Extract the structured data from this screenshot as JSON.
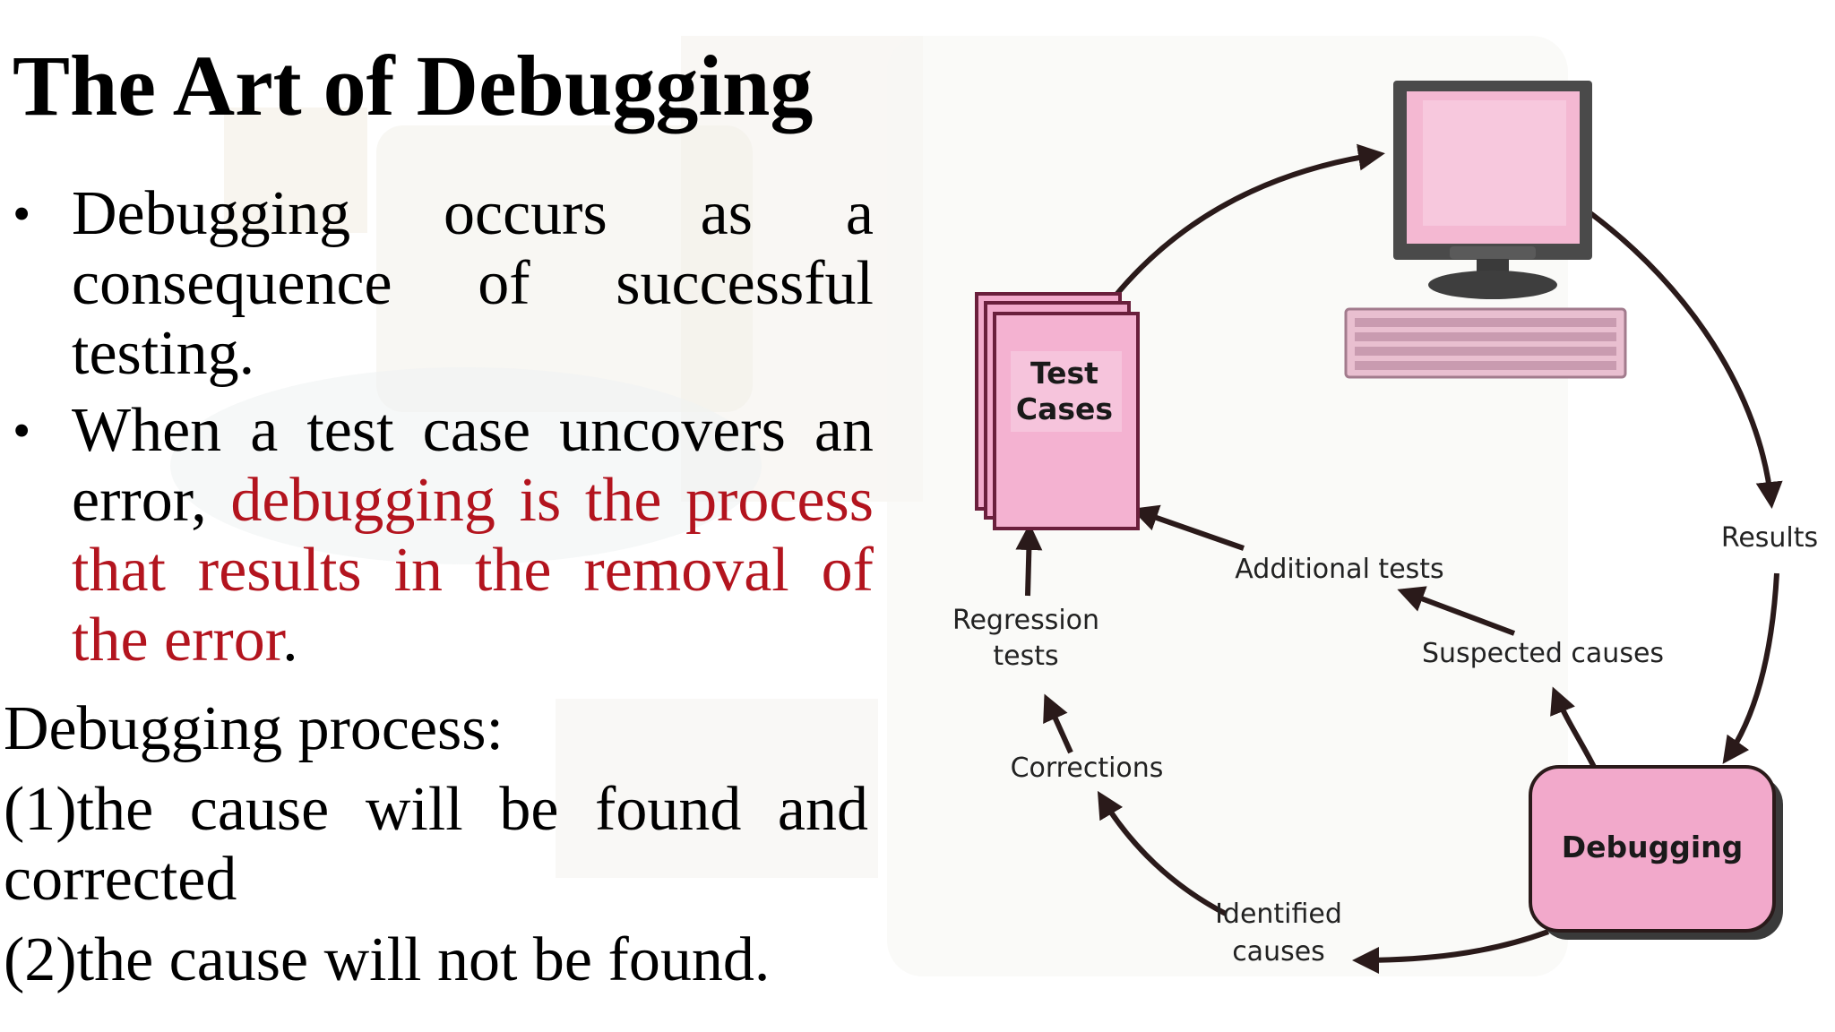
{
  "slide": {
    "title": "The Art of Debugging",
    "bullets": [
      {
        "text_plain": "Debugging occurs as a consequence of successful testing.",
        "text_highlight": ""
      },
      {
        "text_plain": "When a test case uncovers an error, ",
        "text_highlight": "debugging is the process that results in the removal of the error",
        "text_after": "."
      }
    ],
    "process_heading": "Debugging process:",
    "process_steps": [
      "(1)the cause will be found and corrected",
      "(2)the cause will not be found."
    ],
    "bullet_symbol": "•",
    "colors": {
      "highlight_text": "#b3141e",
      "box_pink": "#f2a9cb",
      "arrow": "#2a1a1a"
    }
  },
  "diagram": {
    "test_cases_box": "Test\nCases",
    "test_cases_line1": "Test",
    "test_cases_line2": "Cases",
    "debugging_box": "Debugging",
    "computer_icon": "desktop-computer-icon",
    "labels": {
      "results": "Results",
      "additional_tests": "Additional tests",
      "suspected_causes": "Suspected causes",
      "regression_tests_1": "Regression",
      "regression_tests_2": "tests",
      "corrections": "Corrections",
      "identified_causes_1": "Identified",
      "identified_causes_2": "causes"
    }
  }
}
